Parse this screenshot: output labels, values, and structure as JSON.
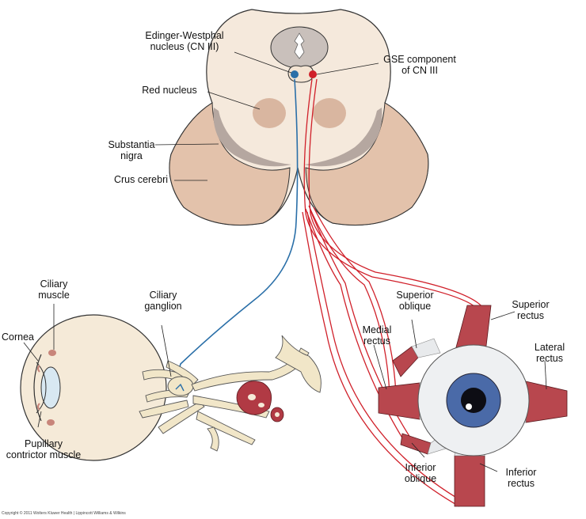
{
  "labels": {
    "edinger_westphal": "Edinger-Westphal\nnucleus (CN III)",
    "gse_component": "GSE component\nof CN III",
    "red_nucleus": "Red nucleus",
    "substantia_nigra": "Substantia\nnigra",
    "crus_cerebri": "Crus cerebri",
    "ciliary_muscle": "Ciliary\nmuscle",
    "ciliary_ganglion": "Ciliary\nganglion",
    "cornea": "Cornea",
    "pupillary_contrictor": "Pupillary\ncontrictor muscle",
    "superior_oblique": "Superior\noblique",
    "superior_rectus": "Superior\nrectus",
    "medial_rectus": "Medial\nrectus",
    "lateral_rectus": "Lateral\nrectus",
    "inferior_oblique": "Inferior\noblique",
    "inferior_rectus": "Inferior\nrectus"
  },
  "copyright": "Copyright © 2011 Wolters Kluwer Health | Lippincott Williams & Wilkins",
  "colors": {
    "tissue": "#f5e9dc",
    "crus": "#e3c2ab",
    "nigra": "#b5a7a0",
    "red_nucleus": "#d9b6a0",
    "parasympathetic_fiber": "#2a6fa8",
    "somatic_fiber": "#d0202a",
    "muscle": "#b8474e",
    "iris": "#4a6aa8"
  }
}
